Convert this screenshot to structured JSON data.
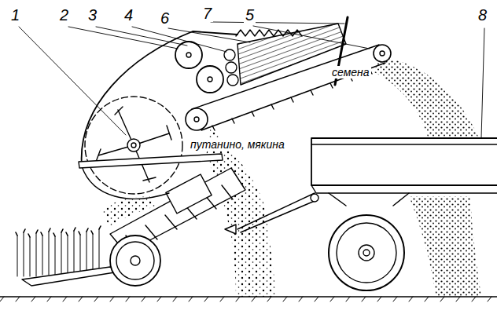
{
  "diagram": {
    "labels": [
      "1",
      "2",
      "3",
      "4",
      "6",
      "7",
      "5",
      "8",
      "семена",
      "путанино, мякина"
    ]
  }
}
